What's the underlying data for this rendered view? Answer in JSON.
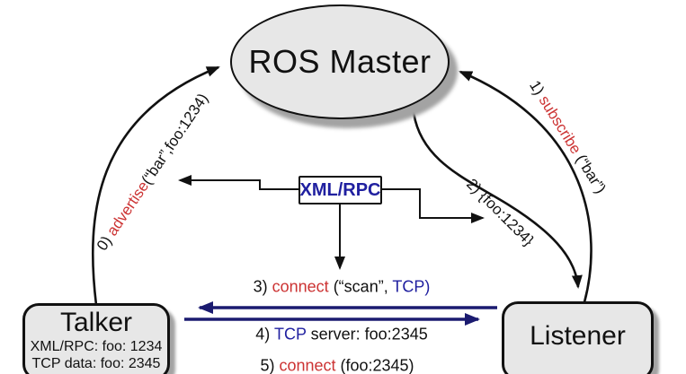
{
  "colors": {
    "red": "#cc3333",
    "blue": "#2020a0",
    "navy": "#1b1b70",
    "node_fill": "#e7e7e7",
    "ink": "#111111"
  },
  "ros_master": {
    "label": "ROS Master"
  },
  "talker": {
    "title": "Talker",
    "detail1": "XML/RPC: foo: 1234",
    "detail2": "TCP data: foo: 2345"
  },
  "listener": {
    "title": "Listener"
  },
  "xmlrpc_box": {
    "label": "XML/RPC"
  },
  "labels": {
    "advertise": {
      "num": "0) ",
      "verb": "advertise",
      "rest": "(“bar”,foo:1234)"
    },
    "subscribe": {
      "num": "1) ",
      "verb": "subscribe",
      "rest": " (“bar”)"
    },
    "response": {
      "text": "2) {foo:1234}"
    },
    "connect_scan": {
      "num": "3) ",
      "verb": "connect",
      "mid": " (“scan”, ",
      "tcp": "TCP",
      "close": ")"
    },
    "tcp_server": {
      "num": "4) ",
      "tcp": "TCP",
      "rest": " server: foo:2345"
    },
    "connect_foo": {
      "num": "5) ",
      "verb": "connect",
      "rest": " (foo:2345)"
    }
  }
}
